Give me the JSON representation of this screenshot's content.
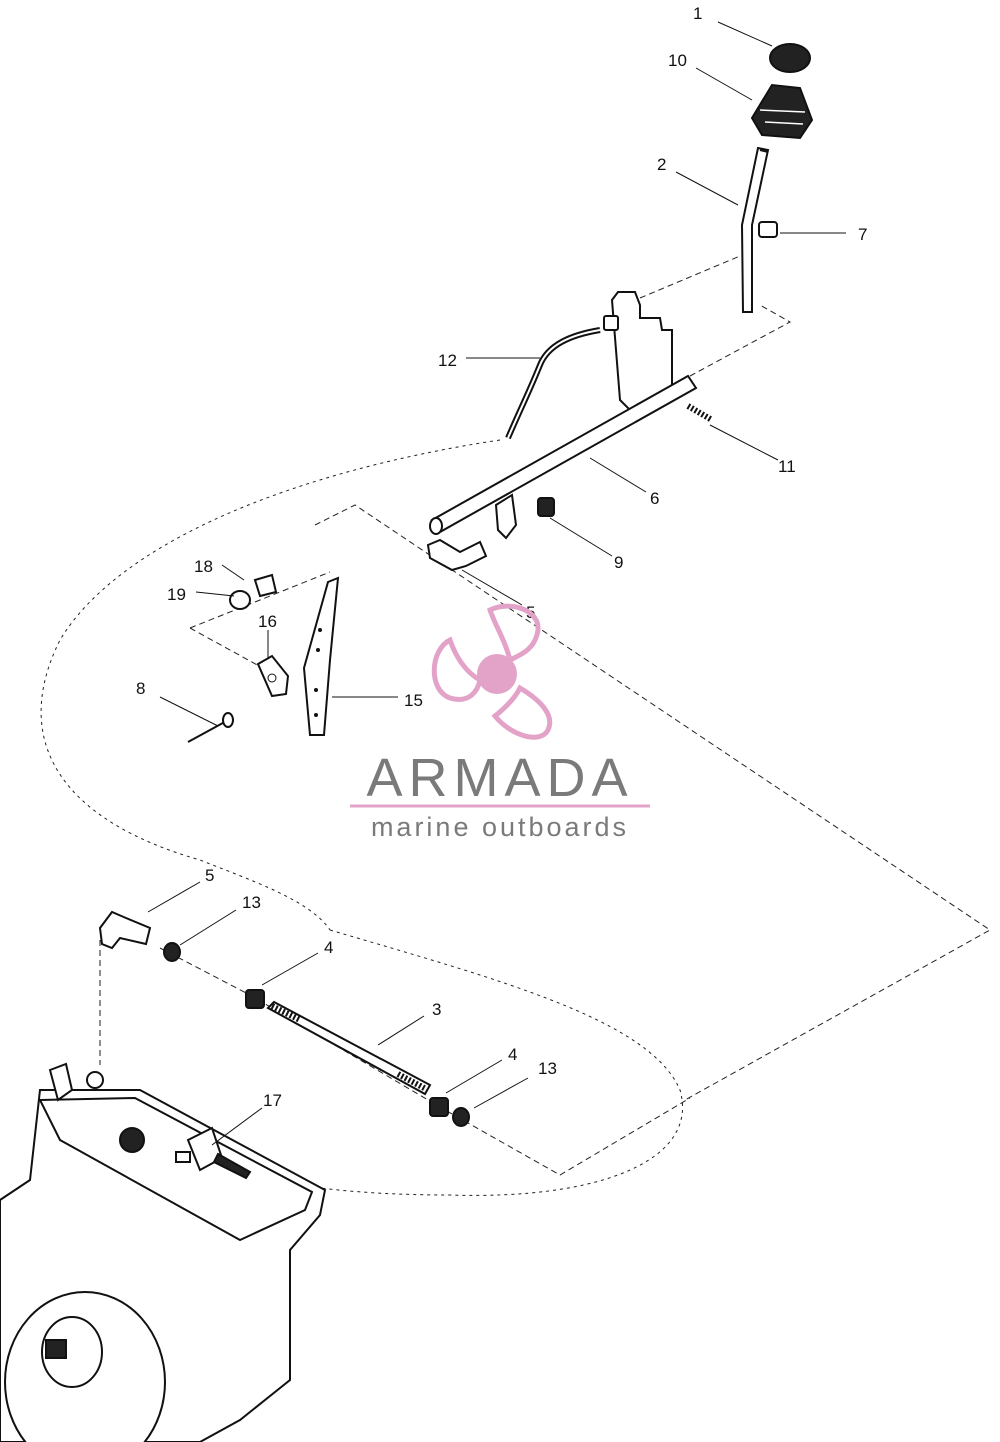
{
  "callouts": [
    {
      "id": "c1",
      "label": "1"
    },
    {
      "id": "c10",
      "label": "10"
    },
    {
      "id": "c2",
      "label": "2"
    },
    {
      "id": "c7",
      "label": "7"
    },
    {
      "id": "c12",
      "label": "12"
    },
    {
      "id": "c11",
      "label": "11"
    },
    {
      "id": "c6",
      "label": "6"
    },
    {
      "id": "c9",
      "label": "9"
    },
    {
      "id": "c5a",
      "label": "5"
    },
    {
      "id": "c18",
      "label": "18"
    },
    {
      "id": "c19",
      "label": "19"
    },
    {
      "id": "c16",
      "label": "16"
    },
    {
      "id": "c8",
      "label": "8"
    },
    {
      "id": "c15",
      "label": "15"
    },
    {
      "id": "c5b",
      "label": "5"
    },
    {
      "id": "c13a",
      "label": "13"
    },
    {
      "id": "c4a",
      "label": "4"
    },
    {
      "id": "c3",
      "label": "3"
    },
    {
      "id": "c4b",
      "label": "4"
    },
    {
      "id": "c13b",
      "label": "13"
    },
    {
      "id": "c17",
      "label": "17"
    }
  ],
  "watermark": {
    "brand": "ARMADA",
    "tagline": "marine outboards",
    "accent_color": "#e3a3c8",
    "text_color": "#7a7a7a",
    "icon": "propeller-icon"
  }
}
